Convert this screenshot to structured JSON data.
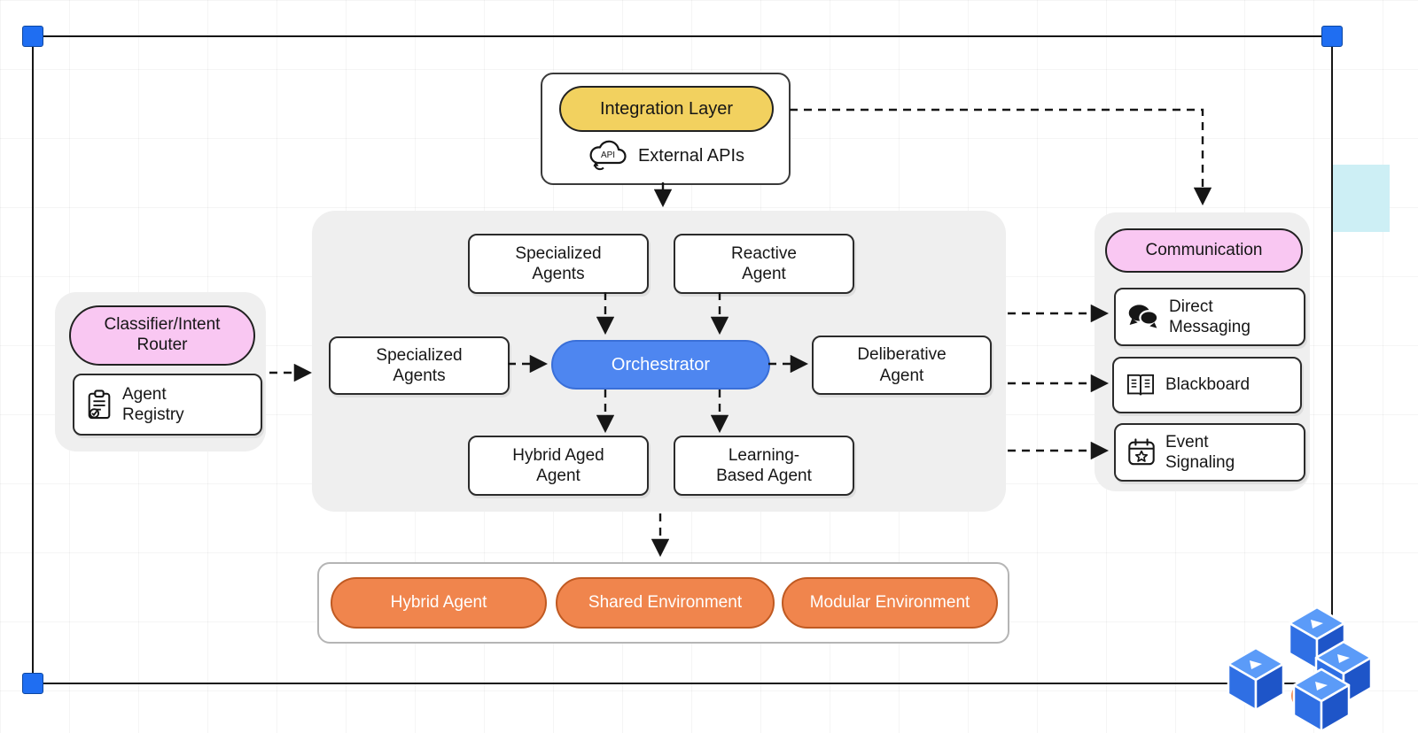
{
  "integration": {
    "title": "Integration Layer",
    "external_apis": "External APIs",
    "api_text": "API"
  },
  "left_group": {
    "classifier": "Classifier/Intent Router",
    "registry": "Agent Registry"
  },
  "agents": {
    "specialized_top": "Specialized Agents",
    "reactive": "Reactive Agent",
    "specialized_left": "Specialized Agents",
    "orchestrator": "Orchestrator",
    "deliberative": "Deliberative Agent",
    "hybrid_aged": "Hybrid Aged Agent",
    "learning_based": "Learning-Based Agent"
  },
  "communication": {
    "title": "Communication",
    "items": [
      {
        "label": "Direct Messaging",
        "icon": "chat-bubbles-icon"
      },
      {
        "label": "Blackboard",
        "icon": "open-book-icon"
      },
      {
        "label": "Event Signaling",
        "icon": "calendar-star-icon"
      }
    ]
  },
  "environments": {
    "items": [
      "Hybrid Agent",
      "Shared Environment",
      "Modular Environment"
    ]
  },
  "colors": {
    "yellow": "#F2D15F",
    "pink": "#F9C7F2",
    "blue": "#4E86F0",
    "orange": "#F0854D",
    "panel_gray": "#EFEFEF",
    "selection_handle_blue": "#1F6EF2",
    "accent_strip_cyan": "#CDEFF5",
    "arrow_black": "#161616"
  }
}
